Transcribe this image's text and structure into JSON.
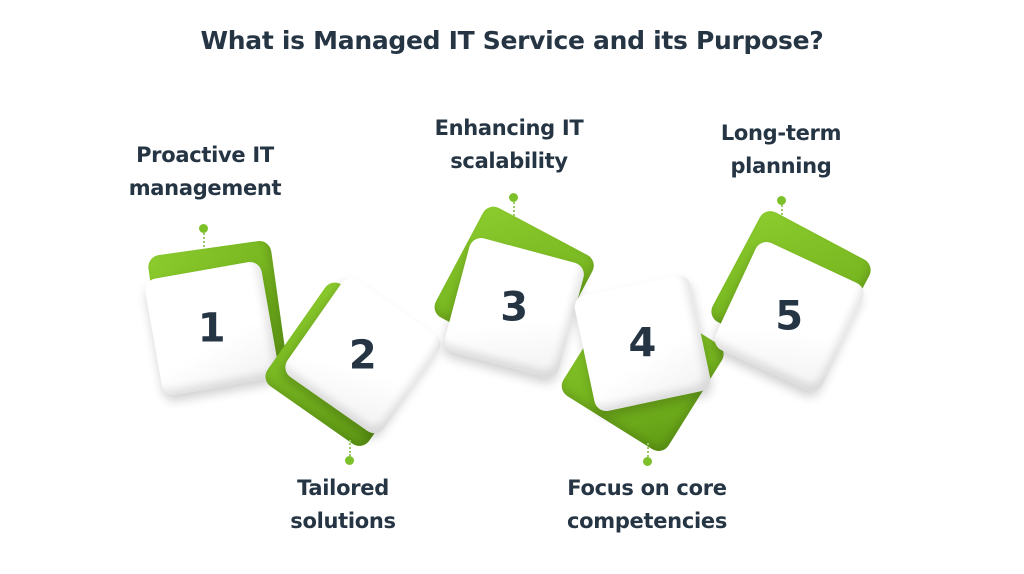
{
  "title": "What is Managed IT Service and its Purpose?",
  "colors": {
    "accent_green": "#7dc12a",
    "text_dark": "#263544",
    "card_white": "#ffffff"
  },
  "steps": [
    {
      "number": "1",
      "label_line1": "Proactive IT",
      "label_line2": "management",
      "label_position": "top"
    },
    {
      "number": "2",
      "label_line1": "Tailored",
      "label_line2": "solutions",
      "label_position": "bottom"
    },
    {
      "number": "3",
      "label_line1": "Enhancing IT",
      "label_line2": "scalability",
      "label_position": "top"
    },
    {
      "number": "4",
      "label_line1": "Focus on core",
      "label_line2": "competencies",
      "label_position": "bottom"
    },
    {
      "number": "5",
      "label_line1": "Long-term",
      "label_line2": "planning",
      "label_position": "top"
    }
  ]
}
